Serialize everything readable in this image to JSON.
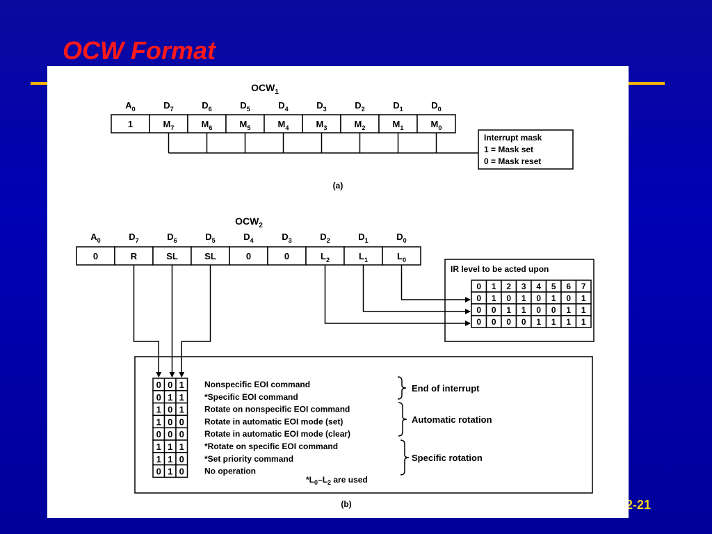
{
  "slide": {
    "title": "OCW Format",
    "page_number": "2-21",
    "title_color": "#ff1a1a",
    "accent_color": "#f2b400"
  },
  "ocw1": {
    "title": "OCW",
    "title_sub": "1",
    "headers": [
      {
        "b": "A",
        "s": "0"
      },
      {
        "b": "D",
        "s": "7"
      },
      {
        "b": "D",
        "s": "6"
      },
      {
        "b": "D",
        "s": "5"
      },
      {
        "b": "D",
        "s": "4"
      },
      {
        "b": "D",
        "s": "3"
      },
      {
        "b": "D",
        "s": "2"
      },
      {
        "b": "D",
        "s": "1"
      },
      {
        "b": "D",
        "s": "0"
      }
    ],
    "cells": [
      {
        "b": "1",
        "s": ""
      },
      {
        "b": "M",
        "s": "7"
      },
      {
        "b": "M",
        "s": "6"
      },
      {
        "b": "M",
        "s": "5"
      },
      {
        "b": "M",
        "s": "4"
      },
      {
        "b": "M",
        "s": "3"
      },
      {
        "b": "M",
        "s": "2"
      },
      {
        "b": "M",
        "s": "1"
      },
      {
        "b": "M",
        "s": "0"
      }
    ],
    "note_lines": [
      "Interrupt mask",
      "1 = Mask set",
      "0 = Mask reset"
    ],
    "caption": "(a)"
  },
  "ocw2": {
    "title": "OCW",
    "title_sub": "2",
    "headers": [
      {
        "b": "A",
        "s": "0"
      },
      {
        "b": "D",
        "s": "7"
      },
      {
        "b": "D",
        "s": "6"
      },
      {
        "b": "D",
        "s": "5"
      },
      {
        "b": "D",
        "s": "4"
      },
      {
        "b": "D",
        "s": "3"
      },
      {
        "b": "D",
        "s": "2"
      },
      {
        "b": "D",
        "s": "1"
      },
      {
        "b": "D",
        "s": "0"
      }
    ],
    "cells": [
      {
        "b": "0",
        "s": ""
      },
      {
        "b": "R",
        "s": ""
      },
      {
        "b": "SL",
        "s": ""
      },
      {
        "b": "SL",
        "s": ""
      },
      {
        "b": "0",
        "s": ""
      },
      {
        "b": "0",
        "s": ""
      },
      {
        "b": "L",
        "s": "2"
      },
      {
        "b": "L",
        "s": "1"
      },
      {
        "b": "L",
        "s": "0"
      }
    ],
    "ir_title": "IR level to be acted upon",
    "ir_rows": [
      [
        "0",
        "1",
        "2",
        "3",
        "4",
        "5",
        "6",
        "7"
      ],
      [
        "0",
        "1",
        "0",
        "1",
        "0",
        "1",
        "0",
        "1"
      ],
      [
        "0",
        "0",
        "1",
        "1",
        "0",
        "0",
        "1",
        "1"
      ],
      [
        "0",
        "0",
        "0",
        "0",
        "1",
        "1",
        "1",
        "1"
      ]
    ],
    "commands": [
      {
        "bits": [
          "0",
          "0",
          "1"
        ],
        "text": "Nonspecific EOI command"
      },
      {
        "bits": [
          "0",
          "1",
          "1"
        ],
        "text": "*Specific EOI command"
      },
      {
        "bits": [
          "1",
          "0",
          "1"
        ],
        "text": "Rotate on nonspecific EOI command"
      },
      {
        "bits": [
          "1",
          "0",
          "0"
        ],
        "text": "Rotate in automatic EOI mode (set)"
      },
      {
        "bits": [
          "0",
          "0",
          "0"
        ],
        "text": "Rotate in automatic EOI mode (clear)"
      },
      {
        "bits": [
          "1",
          "1",
          "1"
        ],
        "text": "*Rotate on specific EOI command"
      },
      {
        "bits": [
          "1",
          "1",
          "0"
        ],
        "text": "*Set priority command"
      },
      {
        "bits": [
          "0",
          "1",
          "0"
        ],
        "text": "No operation"
      }
    ],
    "groups": [
      "End of interrupt",
      "Automatic rotation",
      "Specific rotation"
    ],
    "footnote": {
      "pre": "*L",
      "s1": "0",
      "mid": "–L",
      "s2": "2",
      "post": " are used"
    },
    "caption": "(b)"
  }
}
